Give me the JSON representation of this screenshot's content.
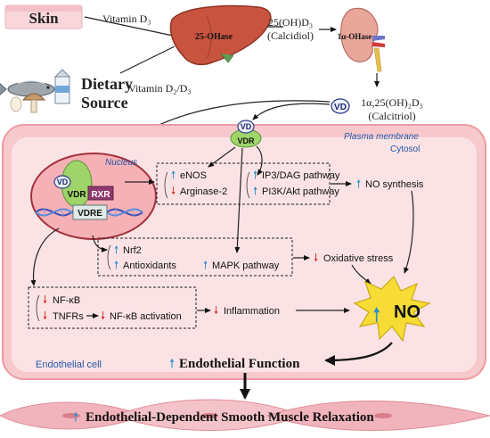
{
  "colors": {
    "cell_fill": "#f8c9cc",
    "cell_border": "#ee9aa3",
    "cytosol_fill": "#fbe3e5",
    "nucleus_fill": "#f6b1b7",
    "nucleus_border": "#a2323d",
    "receptor_green": "#9ed46a",
    "rxr_purple": "#8e3a6c",
    "up_arrow": "#2e8fd1",
    "down_arrow": "#d8322b",
    "no_burst": "#f6dc34",
    "label_blue": "#2356a8",
    "liver": "#c8543f",
    "kidney": "#e9a69a"
  },
  "sources": {
    "skin": "Skin",
    "vitamin_d3": "Vitamin D₃",
    "dietary_line1": "Dietary",
    "dietary_line2": "Source",
    "vitamin_d2_d3": "Vitamin D₂/D₃"
  },
  "liver": {
    "label": "25-OHase"
  },
  "calcidiol": {
    "formula": "25(OH)D₃",
    "name": "(Calcidiol)"
  },
  "kidney": {
    "label": "1α-OHase"
  },
  "calcitriol": {
    "vd_badge": "VD",
    "formula": "1α,25(OH)₂D₃",
    "name": "(Calcitriol)"
  },
  "cell": {
    "plasma_membrane": "Plasma membrane",
    "cytosol": "Cytosol",
    "endothelial_cell": "Endothelial cell"
  },
  "membrane_receptor": {
    "vd": "VD",
    "vdr": "VDR"
  },
  "nucleus": {
    "label": "Nucleus",
    "vd": "VD",
    "vdr": "VDR",
    "rxr": "RXR",
    "vdre": "VDRE"
  },
  "pathway_box_top": {
    "enos": "eNOS",
    "arginase": "Arginase-2",
    "ip3_dag": "IP3/DAG pathway",
    "pi3k_akt": "PI3K/Akt pathway"
  },
  "no_synthesis": "NO synthesis",
  "pathway_box_middle": {
    "nrf2": "Nrf2",
    "antioxidants": "Antioxidants",
    "mapk": "MAPK pathway"
  },
  "oxidative_stress": "Oxidative stress",
  "pathway_box_bottom": {
    "nfkb": "NF-κB",
    "tnfrs": "TNFRs",
    "nfkb_activation": "NF-κB activation"
  },
  "inflammation": "Inflammation",
  "no_label": "NO",
  "endothelial_function": "Endothelial Function",
  "relaxation": "Endothelial-Dependent Smooth Muscle Relaxation"
}
